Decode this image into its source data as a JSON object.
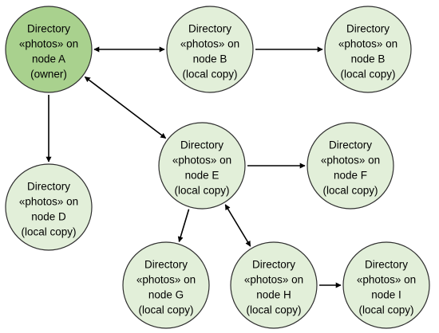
{
  "colors": {
    "owner_fill": "#a9d18e",
    "copy_fill": "#e2efd9",
    "outline": "#2e2e2e",
    "edge": "#000000"
  },
  "nodes": [
    {
      "id": "A",
      "lines": [
        "Directory",
        "«photos» on",
        "node A",
        "(owner)"
      ],
      "role": "owner"
    },
    {
      "id": "B1",
      "lines": [
        "Directory",
        "«photos» on",
        "node B",
        "(local copy)"
      ],
      "role": "copy"
    },
    {
      "id": "B2",
      "lines": [
        "Directory",
        "«photos» on",
        "node B",
        "(local copy)"
      ],
      "role": "copy"
    },
    {
      "id": "D",
      "lines": [
        "Directory",
        "«photos» on",
        "node D",
        "(local copy)"
      ],
      "role": "copy"
    },
    {
      "id": "E",
      "lines": [
        "Directory",
        "«photos» on",
        "node E",
        "(local copy)"
      ],
      "role": "copy"
    },
    {
      "id": "F",
      "lines": [
        "Directory",
        "«photos» on",
        "node F",
        "(local copy)"
      ],
      "role": "copy"
    },
    {
      "id": "G",
      "lines": [
        "Directory",
        "«photos» on",
        "node G",
        "(local copy)"
      ],
      "role": "copy"
    },
    {
      "id": "H",
      "lines": [
        "Directory",
        "«photos» on",
        "node H",
        "(local copy)"
      ],
      "role": "copy"
    },
    {
      "id": "I",
      "lines": [
        "Directory",
        "«photos» on",
        "node I",
        "(local copy)"
      ],
      "role": "copy"
    }
  ],
  "edges": [
    {
      "from": "A",
      "to": "B1",
      "direction": "both"
    },
    {
      "from": "B1",
      "to": "B2",
      "direction": "forward"
    },
    {
      "from": "A",
      "to": "D",
      "direction": "forward"
    },
    {
      "from": "A",
      "to": "E",
      "direction": "both"
    },
    {
      "from": "E",
      "to": "F",
      "direction": "forward"
    },
    {
      "from": "E",
      "to": "G",
      "direction": "forward"
    },
    {
      "from": "E",
      "to": "H",
      "direction": "both"
    },
    {
      "from": "H",
      "to": "I",
      "direction": "forward"
    }
  ]
}
